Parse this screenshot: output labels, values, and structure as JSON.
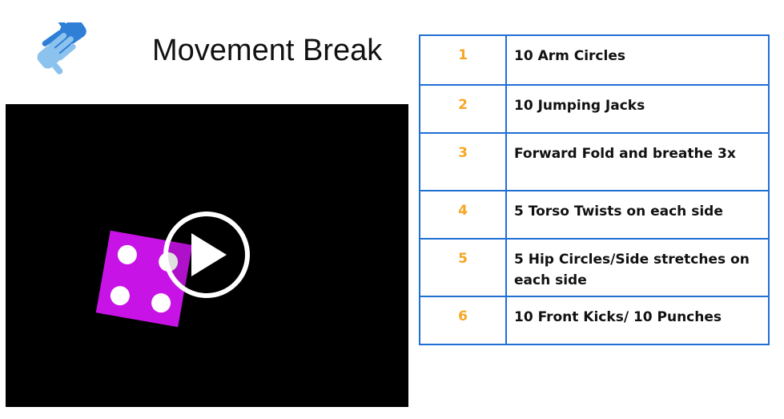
{
  "header": {
    "title": "Movement Break",
    "logo_icon": "helping-hands-icon"
  },
  "video": {
    "play_icon": "play-icon",
    "dice_face_value": 4,
    "dice_color": "#c813e6"
  },
  "steps": [
    {
      "number": "1",
      "text": "10 Arm Circles"
    },
    {
      "number": "2",
      "text": "10 Jumping Jacks"
    },
    {
      "number": "3",
      "text": "Forward Fold and breathe 3x"
    },
    {
      "number": "4",
      "text": "5 Torso Twists on each side"
    },
    {
      "number": "5",
      "text": "5 Hip Circles/Side stretches on each side"
    },
    {
      "number": "6",
      "text": "10 Front Kicks/ 10 Punches"
    }
  ],
  "colors": {
    "table_border": "#1f6fd4",
    "number_color": "#f5a623",
    "logo_dark": "#2f7fd6",
    "logo_light": "#8cc3ee"
  }
}
